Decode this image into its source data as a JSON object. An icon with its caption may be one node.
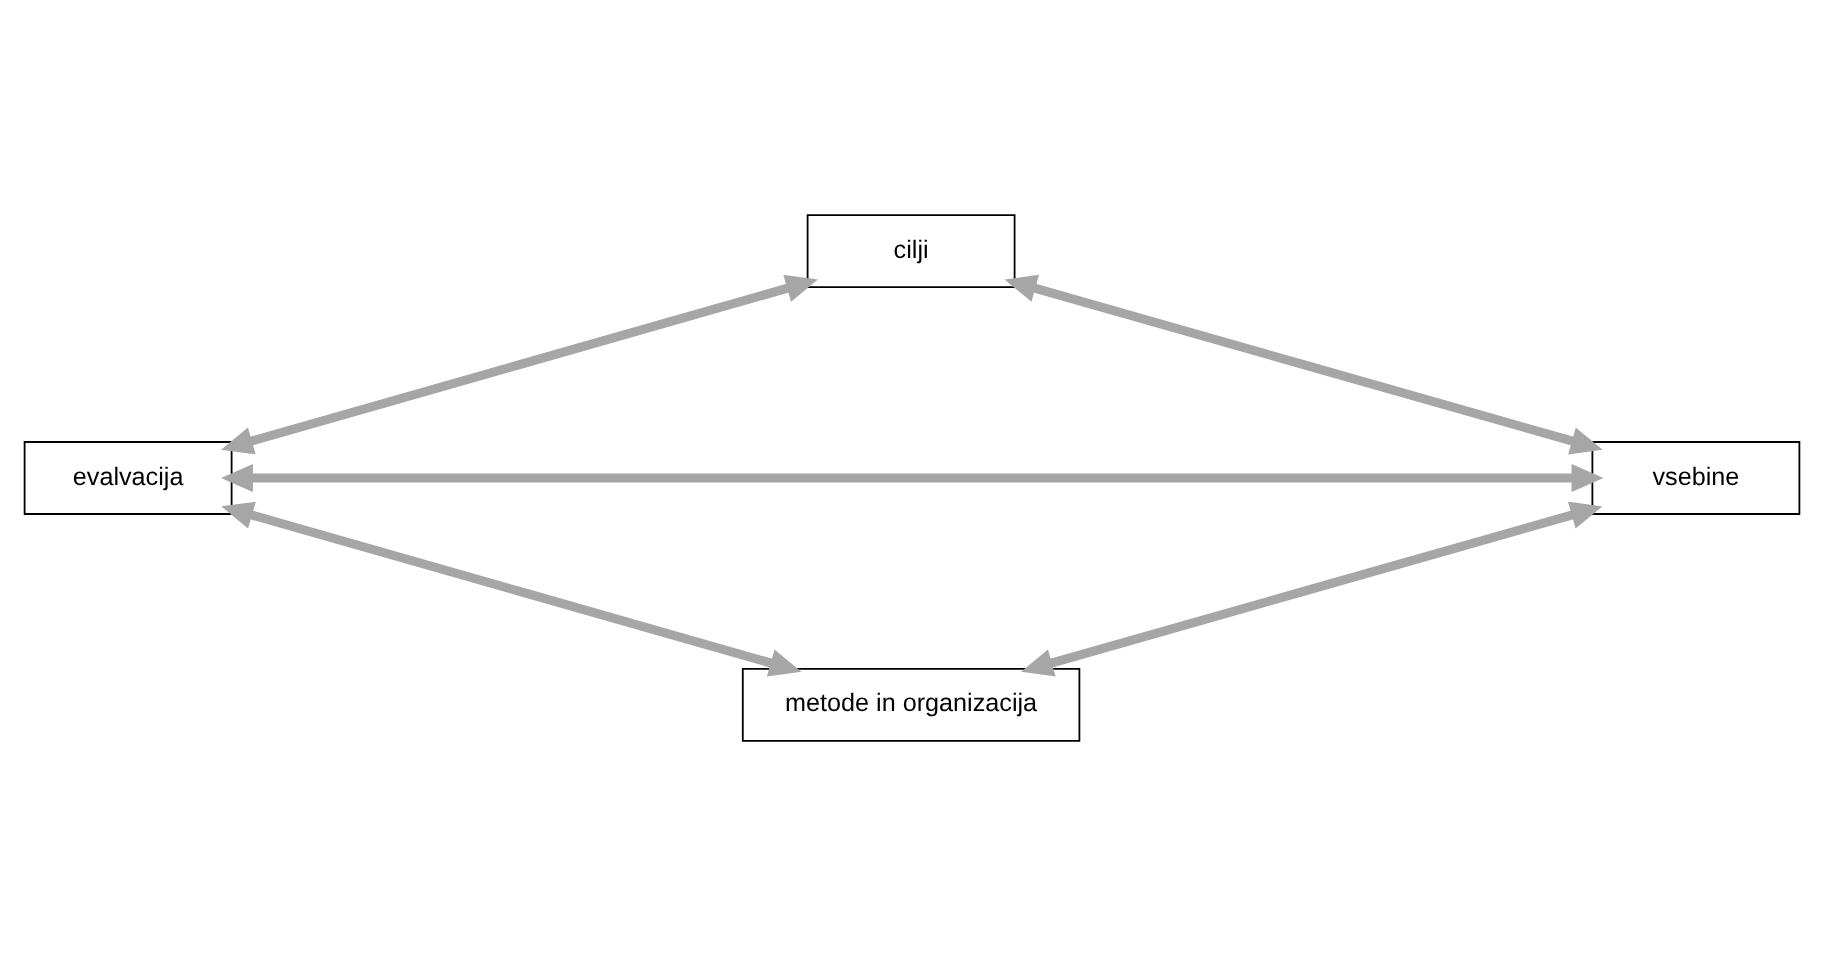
{
  "diagram": {
    "nodes": [
      {
        "text": [
          "cilji"
        ]
      },
      {
        "text": [
          "evalvacija"
        ]
      },
      {
        "text": [
          "vsebine"
        ]
      },
      {
        "text": [
          "metode in organizacija"
        ]
      }
    ],
    "edges": [
      {
        "from": 0,
        "to": 1,
        "arrow": "both"
      },
      {
        "from": 0,
        "to": 2,
        "arrow": "both"
      },
      {
        "from": 1,
        "to": 2,
        "arrow": "both"
      },
      {
        "from": 1,
        "to": 3,
        "arrow": "both"
      },
      {
        "from": 2,
        "to": 3,
        "arrow": "both"
      }
    ]
  }
}
